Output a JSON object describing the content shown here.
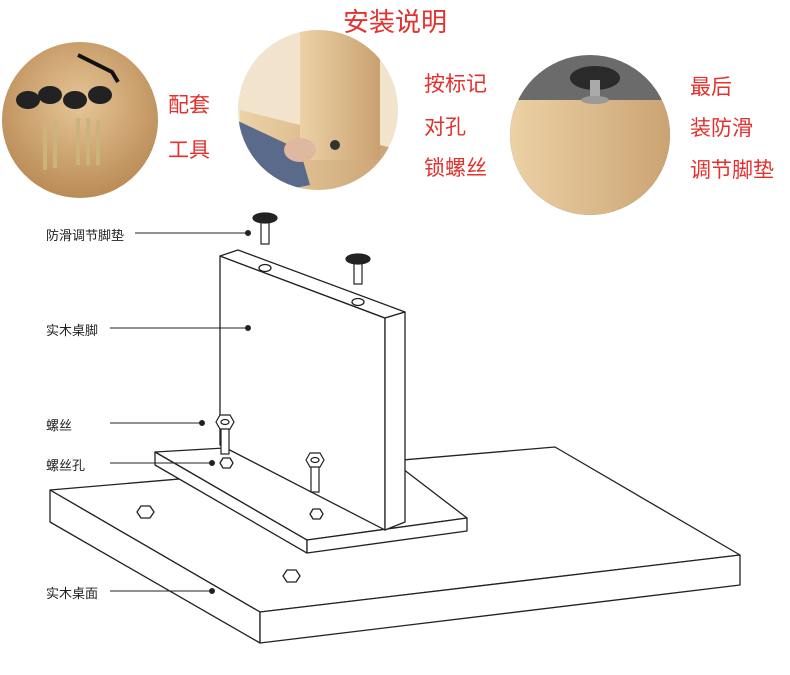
{
  "title": "安装说明",
  "steps": [
    {
      "lines": [
        "配套",
        "工具"
      ],
      "photo": "tools-photo"
    },
    {
      "lines": [
        "按标记",
        "对孔",
        "锁螺丝"
      ],
      "photo": "screwing-photo"
    },
    {
      "lines": [
        "最后",
        "装防滑",
        "调节脚垫"
      ],
      "photo": "foot-pad-photo"
    }
  ],
  "labels": {
    "foot_pad": "防滑调节脚垫",
    "leg": "实木桌脚",
    "screw": "螺丝",
    "screw_hole": "螺丝孔",
    "tabletop": "实木桌面"
  },
  "colors": {
    "accent": "#e3312d",
    "wood": "#d9b98a",
    "line": "#222222"
  }
}
